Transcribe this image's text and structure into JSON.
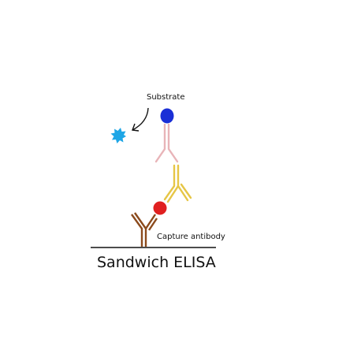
{
  "diagram": {
    "labels": {
      "substrate": "Substrate",
      "capture_antibody": "Capture antibody",
      "title": "Sandwich ELISA"
    },
    "colors": {
      "capture_antibody": "#8b4a1c",
      "detection_antibody": "#e6c646",
      "secondary_antibody": "#e8b4b8",
      "antigen": "#e02020",
      "enzyme": "#1a2fd6",
      "substrate_burst": "#1ea6e6",
      "surface": "#111111",
      "arrow": "#111111"
    },
    "icons": {
      "substrate": "starburst-icon",
      "arrow": "curved-arrow-icon"
    }
  }
}
